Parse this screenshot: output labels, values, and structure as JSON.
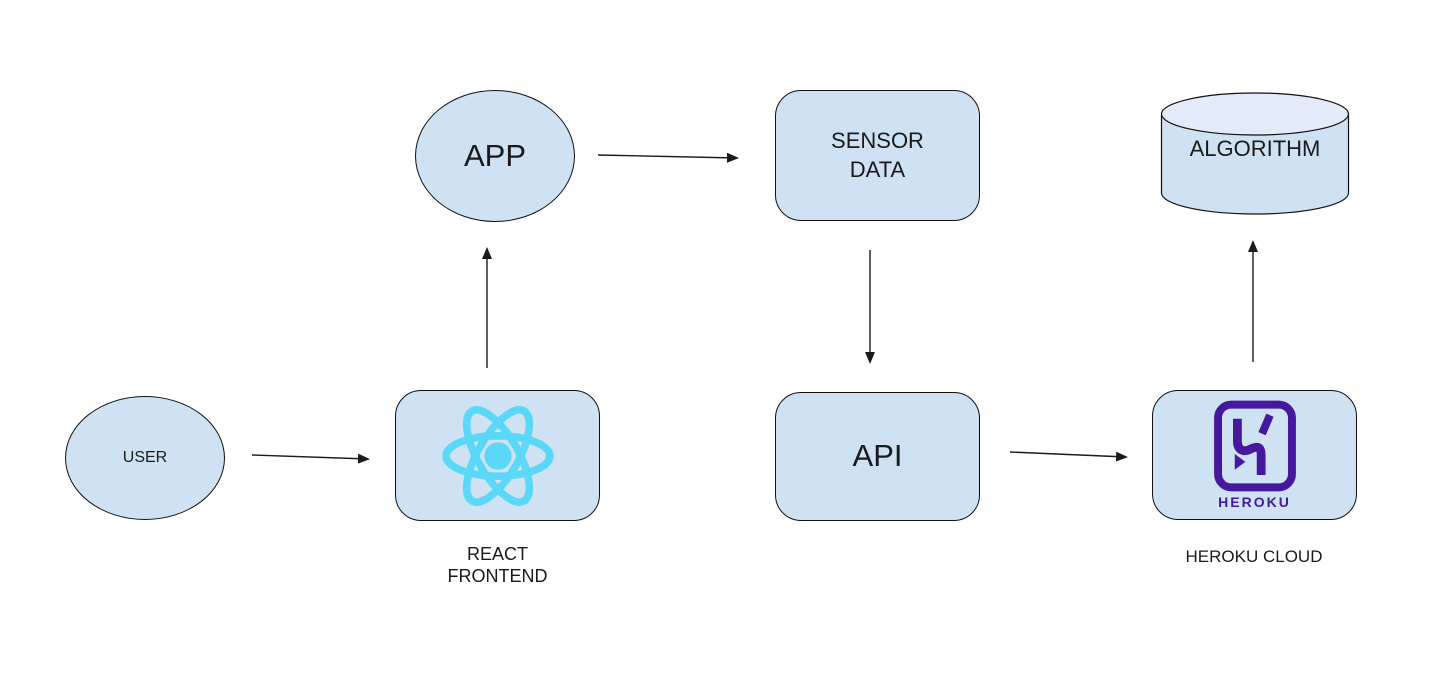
{
  "diagram": {
    "nodes": {
      "user": {
        "label": "USER",
        "shape": "ellipse"
      },
      "react_frontend": {
        "label": "REACT FRONTEND",
        "shape": "rounded-rect",
        "icon": "react-logo"
      },
      "app": {
        "label": "APP",
        "shape": "ellipse"
      },
      "sensor_data": {
        "label": "SENSOR DATA",
        "shape": "rounded-rect"
      },
      "api": {
        "label": "API",
        "shape": "rounded-rect"
      },
      "heroku_cloud": {
        "label": "HEROKU CLOUD",
        "shape": "rounded-rect",
        "icon": "heroku-logo",
        "logo_wordmark": "HEROKU"
      },
      "algorithm": {
        "label": "ALGORITHM",
        "shape": "cylinder"
      }
    },
    "edges": [
      {
        "from": "user",
        "to": "react_frontend"
      },
      {
        "from": "react_frontend",
        "to": "app"
      },
      {
        "from": "app",
        "to": "sensor_data"
      },
      {
        "from": "sensor_data",
        "to": "api"
      },
      {
        "from": "api",
        "to": "heroku_cloud"
      },
      {
        "from": "heroku_cloud",
        "to": "algorithm"
      }
    ]
  },
  "colors": {
    "background": "#ffffff",
    "node-fill": "#cfe2f3",
    "cylinder-top-fill": "#e2ebf7",
    "node-border": "#111111",
    "text": "#1a1a1a",
    "arrow": "#1a1a1a",
    "react-cyan": "#5bd7f7",
    "heroku-purple": "#45189d"
  }
}
